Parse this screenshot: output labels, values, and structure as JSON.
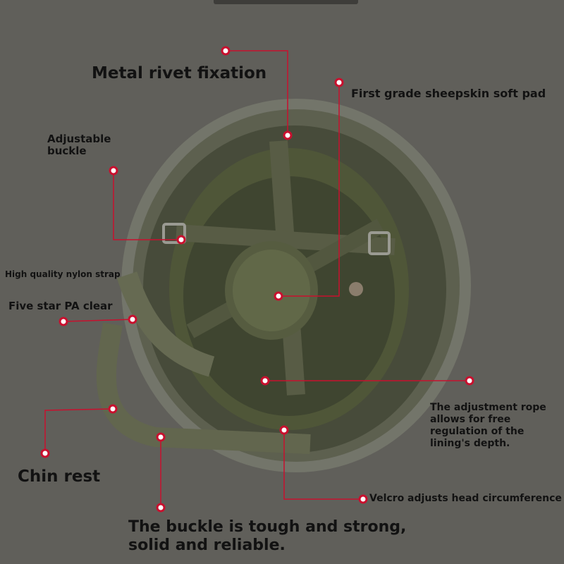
{
  "annotations": {
    "metal_rivet": "Metal rivet fixation",
    "sheepskin_pad": "First grade sheepskin soft pad",
    "adjustable_buckle_1": "Adjustable",
    "adjustable_buckle_2": "buckle",
    "nylon_strap": "High quality nylon strap",
    "five_star": "Five star PA clear",
    "adjustment_rope_1": "The adjustment rope",
    "adjustment_rope_2": "allows for free",
    "adjustment_rope_3": "regulation of the",
    "adjustment_rope_4": "lining's depth.",
    "chin_rest": "Chin rest",
    "velcro": "Velcro adjusts head circumference",
    "buckle_tough_1": "The buckle is tough and strong,",
    "buckle_tough_2": "solid and reliable."
  },
  "colors": {
    "background": "#605f5a",
    "leader": "#c8102e",
    "helmet": "#6b6e5a",
    "liner": "#4f5638"
  }
}
